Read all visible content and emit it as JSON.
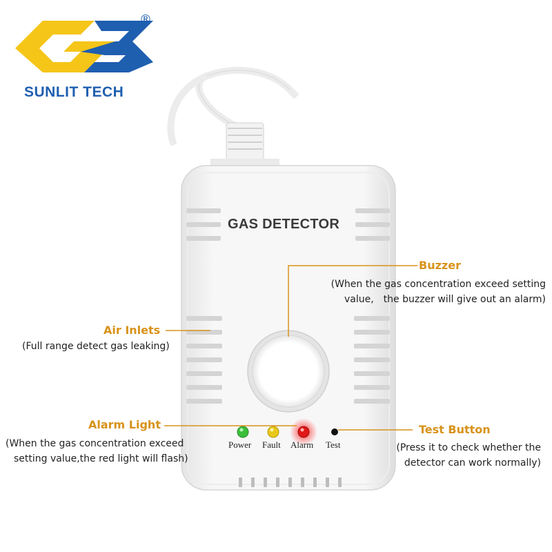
{
  "brand": {
    "name": "SUNLIT TECH",
    "registered_mark": "®",
    "logo_colors": {
      "blue": "#1f5fb0",
      "yellow": "#f5c518"
    }
  },
  "device": {
    "title": "GAS DETECTOR",
    "leds": [
      {
        "label": "Power",
        "color": "#3bbf3b"
      },
      {
        "label": "Fault",
        "color": "#e8c81a"
      },
      {
        "label": "Alarm",
        "color": "#e01818"
      },
      {
        "label": "Test",
        "color": "#111111"
      }
    ]
  },
  "callouts": {
    "buzzer": {
      "title": "Buzzer",
      "desc_line1": "(When the gas concentration exceed setting",
      "desc_line2": "value,　the buzzer will give out an alarm)"
    },
    "air_inlets": {
      "title": "Air Inlets",
      "desc_line1": "(Full range detect gas leaking)"
    },
    "alarm_light": {
      "title": "Alarm Light",
      "desc_line1": "(When the gas concentration exceed",
      "desc_line2": "setting value,the red light will flash)"
    },
    "test_button": {
      "title": "Test Button",
      "desc_line1": "(Press it to check whether the",
      "desc_line2": "detector can work normally)"
    }
  },
  "colors": {
    "accent": "#d8921a",
    "text": "#222222"
  }
}
